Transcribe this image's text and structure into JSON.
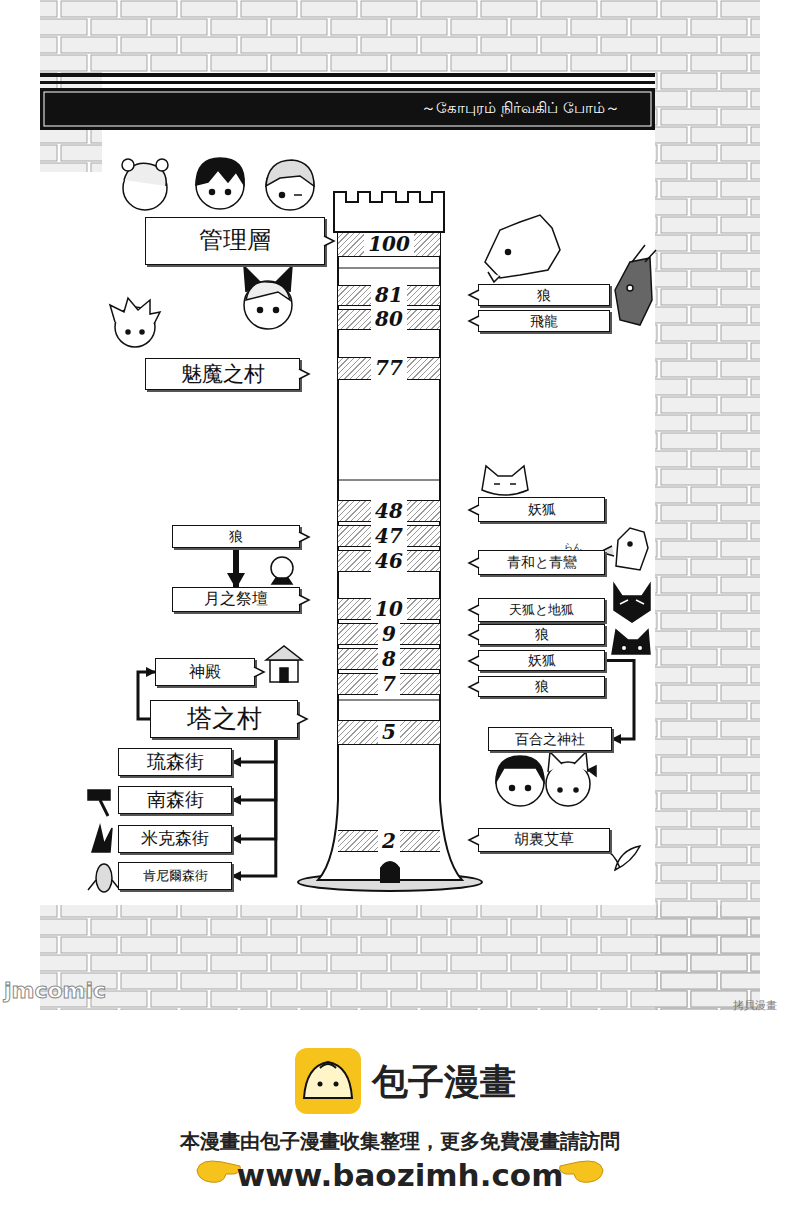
{
  "diagram": {
    "title": "～கோபுரம் நிர்வகிப் போம்～",
    "nodes": [
      {
        "text": [
          "管理層"
        ]
      },
      {
        "text": [
          "100"
        ]
      },
      {
        "text": [
          "81"
        ]
      },
      {
        "text": [
          "狼"
        ]
      },
      {
        "text": [
          "80"
        ]
      },
      {
        "text": [
          "飛龍"
        ]
      },
      {
        "text": [
          "魅魔之村"
        ]
      },
      {
        "text": [
          "77"
        ]
      },
      {
        "text": [
          "48"
        ]
      },
      {
        "text": [
          "妖狐"
        ]
      },
      {
        "text": [
          "狼"
        ]
      },
      {
        "text": [
          "47"
        ]
      },
      {
        "text": [
          "46"
        ]
      },
      {
        "text": [
          "青和と青鸞"
        ]
      },
      {
        "text": [
          "月之祭壇"
        ]
      },
      {
        "text": [
          "10"
        ]
      },
      {
        "text": [
          "天狐と地狐"
        ]
      },
      {
        "text": [
          "9"
        ]
      },
      {
        "text": [
          "狼"
        ]
      },
      {
        "text": [
          "神殿"
        ]
      },
      {
        "text": [
          "8"
        ]
      },
      {
        "text": [
          "妖狐"
        ]
      },
      {
        "text": [
          "7"
        ]
      },
      {
        "text": [
          "狼"
        ]
      },
      {
        "text": [
          "塔之村"
        ]
      },
      {
        "text": [
          "5"
        ]
      },
      {
        "text": [
          "百合之神社"
        ]
      },
      {
        "text": [
          "琉森街"
        ]
      },
      {
        "text": [
          "南森街"
        ]
      },
      {
        "text": [
          "米克森街"
        ]
      },
      {
        "text": [
          "2"
        ]
      },
      {
        "text": [
          "胡裏艾草"
        ]
      },
      {
        "text": [
          "肯尼爾森街"
        ]
      }
    ],
    "edges": [
      {
        "from": 10,
        "to": 14,
        "arrow": "to"
      },
      {
        "from": 24,
        "to": 19,
        "arrow": "to"
      },
      {
        "from": 24,
        "to": 27,
        "arrow": "to"
      },
      {
        "from": 24,
        "to": 28,
        "arrow": "to"
      },
      {
        "from": 24,
        "to": 29,
        "arrow": "to"
      },
      {
        "from": 24,
        "to": 32,
        "arrow": "to"
      },
      {
        "from": 21,
        "to": 26,
        "arrow": "to"
      }
    ],
    "labels": [
      "らん",
      "jmcomic",
      "拷貝漫畫",
      "包子漫畫",
      "本漫畫由包子漫畫收集整理，更多免費漫畫請訪問",
      "www.baozimh.com"
    ]
  }
}
